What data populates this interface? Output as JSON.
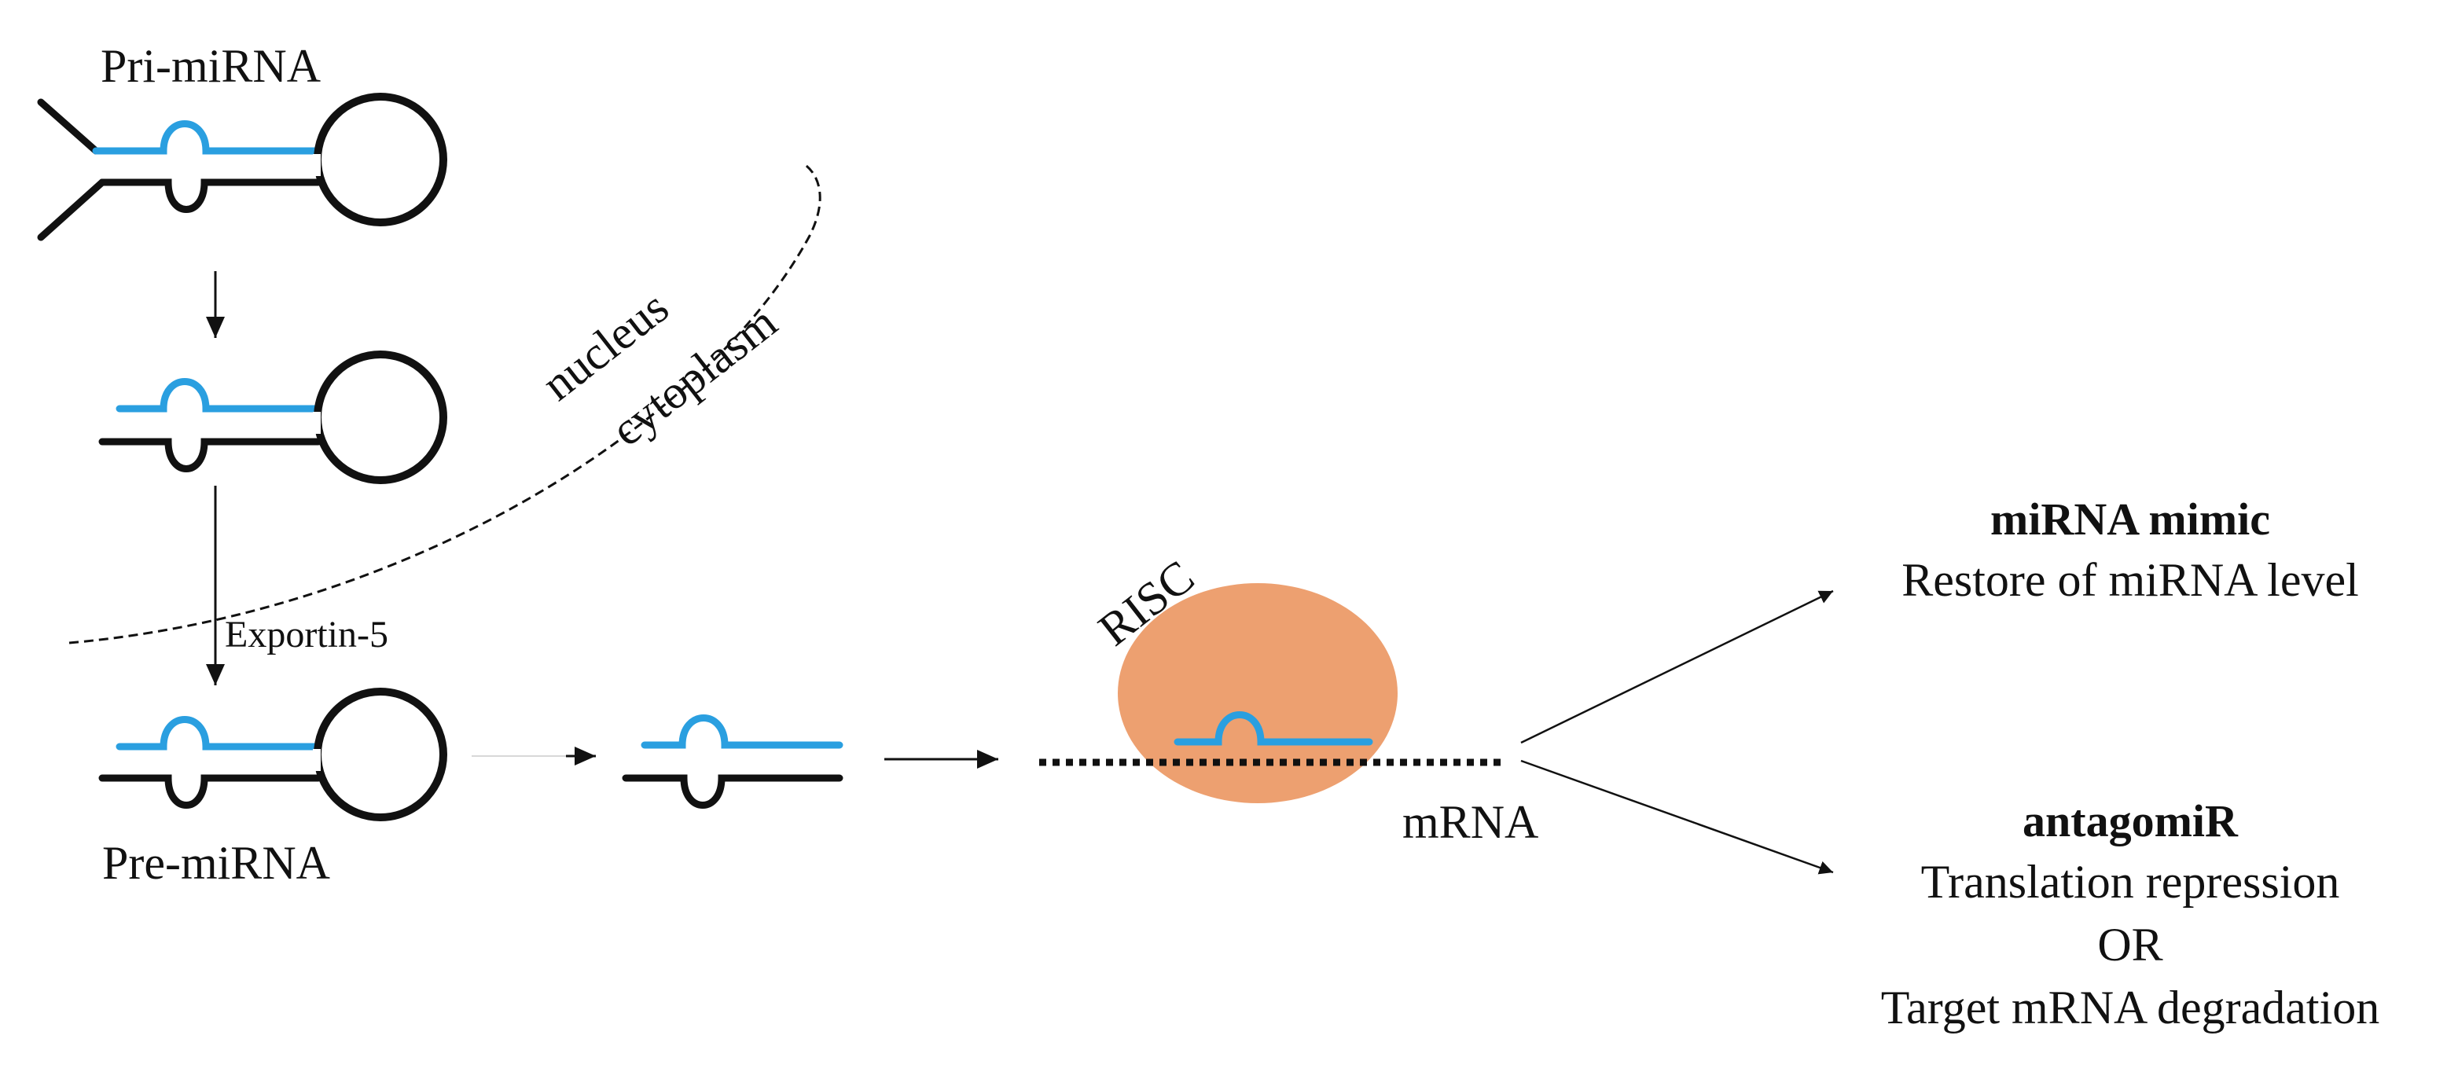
{
  "labels": {
    "pri_mirna": "Pri-miRNA",
    "pre_mirna": "Pre-miRNA",
    "nucleus": "nucleus",
    "cytoplasm": "cytoplasm",
    "exportin": "Exportin-5",
    "risc": "RISC",
    "mrna": "mRNA"
  },
  "outcomes": {
    "mimic": {
      "title": "miRNA mimic",
      "line1": "Restore of miRNA level"
    },
    "antagomir": {
      "title": "antagomiR",
      "line1": "Translation repression",
      "line2": "OR",
      "line3": "Target mRNA degradation"
    }
  },
  "colors": {
    "strand_blue": "#2a9fe0",
    "strand_black": "#111111",
    "risc_fill": "#eda070",
    "text": "#111111"
  }
}
